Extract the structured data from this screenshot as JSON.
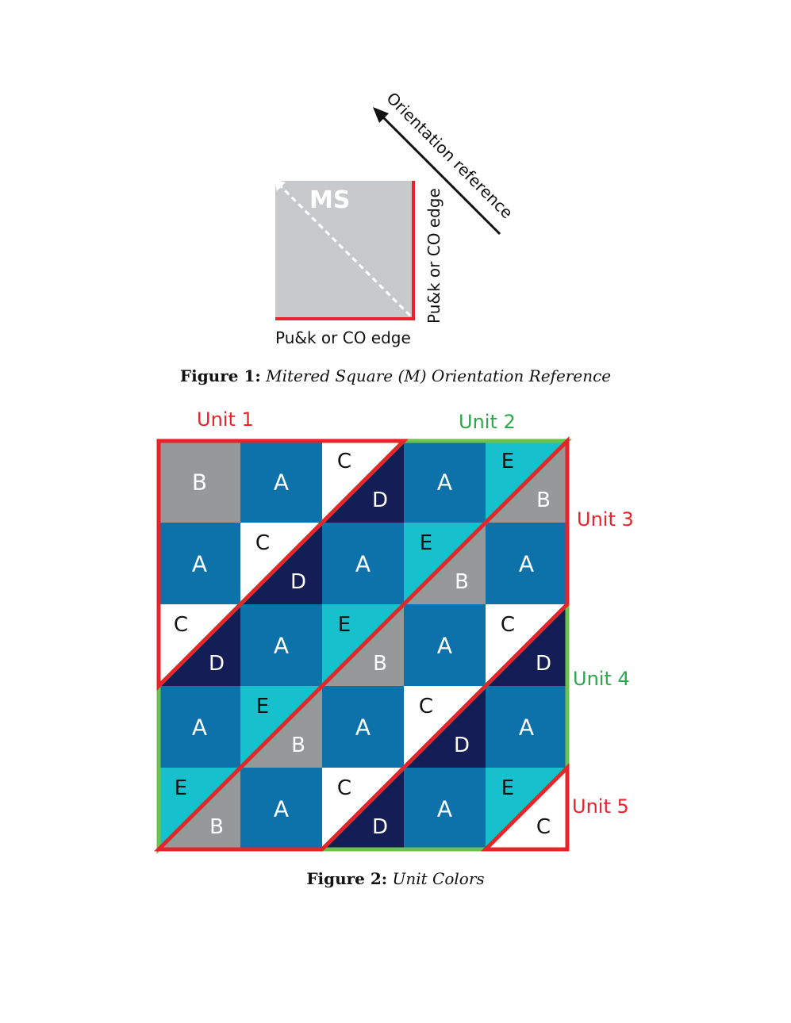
{
  "figure1": {
    "square_label": "MS",
    "bottom_edge_label": "Pu&k or CO edge",
    "right_edge_label": "Pu&k or CO edge",
    "arrow_label": "Orientation reference",
    "caption_prefix": "Figure 1:",
    "caption_text": "Mitered Square (M) Orientation Reference"
  },
  "figure2": {
    "caption_prefix": "Figure 2:",
    "caption_text": "Unit Colors",
    "colors": {
      "A": "#0e72aa",
      "B": "#969899",
      "C": "#ffffff",
      "D": "#141d55",
      "E": "#16c0cc",
      "red": "#e8232b",
      "green": "#6cc24a"
    },
    "grid": [
      [
        {
          "t": "B"
        },
        {
          "t": "A"
        },
        {
          "t": "C",
          "b": "D"
        },
        {
          "t": "A"
        },
        {
          "t": "E",
          "b": "B"
        }
      ],
      [
        {
          "t": "A"
        },
        {
          "t": "C",
          "b": "D"
        },
        {
          "t": "A"
        },
        {
          "t": "E",
          "b": "B"
        },
        {
          "t": "A"
        }
      ],
      [
        {
          "t": "C",
          "b": "D"
        },
        {
          "t": "A"
        },
        {
          "t": "E",
          "b": "B"
        },
        {
          "t": "A"
        },
        {
          "t": "C",
          "b": "D"
        }
      ],
      [
        {
          "t": "A"
        },
        {
          "t": "E",
          "b": "B"
        },
        {
          "t": "A"
        },
        {
          "t": "C",
          "b": "D"
        },
        {
          "t": "A"
        }
      ],
      [
        {
          "t": "E",
          "b": "B"
        },
        {
          "t": "A"
        },
        {
          "t": "C",
          "b": "D"
        },
        {
          "t": "A"
        },
        {
          "t": "E",
          "b": "C"
        }
      ]
    ],
    "units": [
      {
        "label": "Unit 1",
        "color": "red"
      },
      {
        "label": "Unit 2",
        "color": "green"
      },
      {
        "label": "Unit 3",
        "color": "red"
      },
      {
        "label": "Unit 4",
        "color": "green"
      },
      {
        "label": "Unit 5",
        "color": "red"
      }
    ]
  }
}
